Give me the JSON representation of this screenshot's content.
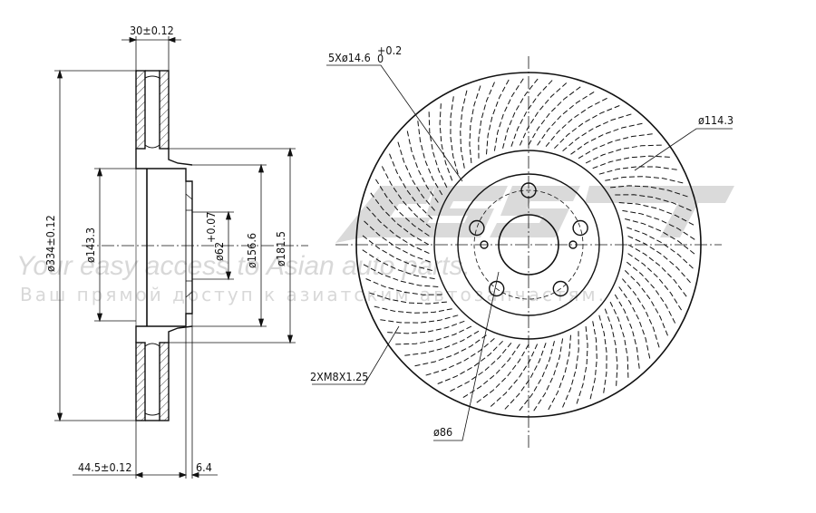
{
  "drawing": {
    "labels": {
      "thickness": "30±0.12",
      "outer_dia": "ø334±0.12",
      "dia_143": "ø143.3",
      "center_bore": "ø62",
      "bore_tol": "+0.07",
      "dia_156": "ø156.6",
      "dia_181": "ø181.5",
      "height": "44.5±0.12",
      "hat": "6.4",
      "holes": "5Xø14.6",
      "holes_tol": "+0.2",
      "holes_tol_low": "0",
      "pcd": "ø114.3",
      "threads": "2XM8X1.25",
      "hub": "ø86"
    }
  },
  "watermark": {
    "logo": "ASS",
    "line1": "Your easy access to Asian auto parts.",
    "line2": "Ваш прямой доступ к азиатским автозапчастям."
  },
  "colors": {
    "line": "#111111",
    "watermark": "#d9d9d9"
  }
}
